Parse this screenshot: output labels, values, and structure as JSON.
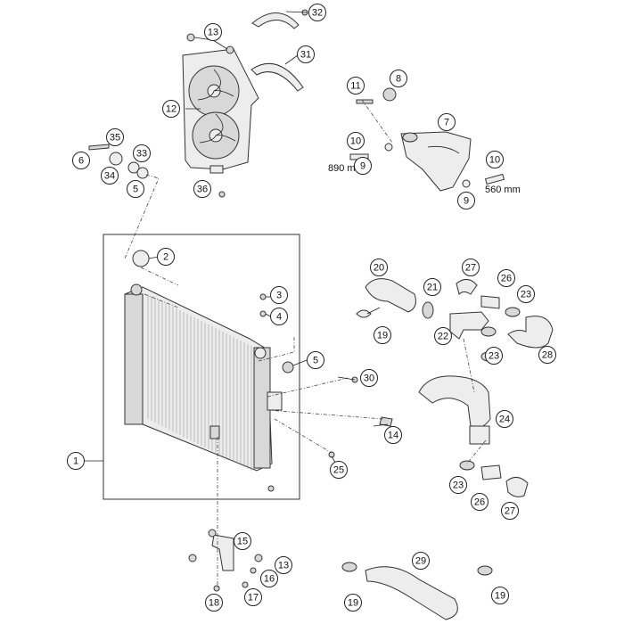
{
  "callouts": [
    {
      "id": "c1",
      "label": "1"
    },
    {
      "id": "c2",
      "label": "2"
    },
    {
      "id": "c3",
      "label": "3"
    },
    {
      "id": "c4",
      "label": "4"
    },
    {
      "id": "c5a",
      "label": "5"
    },
    {
      "id": "c5b",
      "label": "5"
    },
    {
      "id": "c6",
      "label": "6"
    },
    {
      "id": "c7",
      "label": "7"
    },
    {
      "id": "c8",
      "label": "8"
    },
    {
      "id": "c9a",
      "label": "9"
    },
    {
      "id": "c9b",
      "label": "9"
    },
    {
      "id": "c10a",
      "label": "10"
    },
    {
      "id": "c10b",
      "label": "10"
    },
    {
      "id": "c11",
      "label": "11"
    },
    {
      "id": "c12",
      "label": "12"
    },
    {
      "id": "c13a",
      "label": "13"
    },
    {
      "id": "c13b",
      "label": "13"
    },
    {
      "id": "c14",
      "label": "14"
    },
    {
      "id": "c15",
      "label": "15"
    },
    {
      "id": "c16",
      "label": "16"
    },
    {
      "id": "c17",
      "label": "17"
    },
    {
      "id": "c18",
      "label": "18"
    },
    {
      "id": "c19a",
      "label": "19"
    },
    {
      "id": "c19b",
      "label": "19"
    },
    {
      "id": "c19c",
      "label": "19"
    },
    {
      "id": "c20",
      "label": "20"
    },
    {
      "id": "c21",
      "label": "21"
    },
    {
      "id": "c22",
      "label": "22"
    },
    {
      "id": "c23a",
      "label": "23"
    },
    {
      "id": "c23b",
      "label": "23"
    },
    {
      "id": "c23c",
      "label": "23"
    },
    {
      "id": "c24",
      "label": "24"
    },
    {
      "id": "c25",
      "label": "25"
    },
    {
      "id": "c26a",
      "label": "26"
    },
    {
      "id": "c26b",
      "label": "26"
    },
    {
      "id": "c27a",
      "label": "27"
    },
    {
      "id": "c27b",
      "label": "27"
    },
    {
      "id": "c28",
      "label": "28"
    },
    {
      "id": "c29",
      "label": "29"
    },
    {
      "id": "c30",
      "label": "30"
    },
    {
      "id": "c31",
      "label": "31"
    },
    {
      "id": "c32",
      "label": "32"
    },
    {
      "id": "c33",
      "label": "33"
    },
    {
      "id": "c34",
      "label": "34"
    },
    {
      "id": "c35",
      "label": "35"
    },
    {
      "id": "c36",
      "label": "36"
    }
  ],
  "dimensions": {
    "hose_left": "890 mm",
    "hose_right": "560 mm"
  }
}
